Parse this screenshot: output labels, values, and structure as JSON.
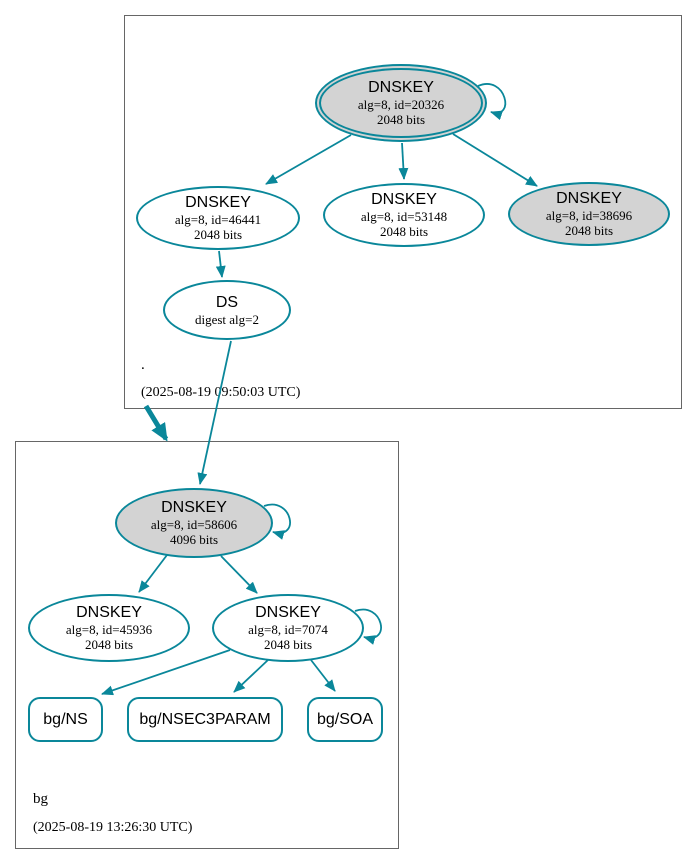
{
  "colors": {
    "edge": "#0a879a",
    "key_fill": "#d3d3d3",
    "node_fill": "#ffffff",
    "cluster_border": "#666666",
    "text": "#000000"
  },
  "zone_root": {
    "label": ".",
    "timestamp": "(2025-08-19 09:50:03 UTC)",
    "nodes": {
      "ksk_20326": {
        "title": "DNSKEY",
        "line1": "alg=8, id=20326",
        "line2": "2048 bits"
      },
      "zsk_46441": {
        "title": "DNSKEY",
        "line1": "alg=8, id=46441",
        "line2": "2048 bits"
      },
      "zsk_53148": {
        "title": "DNSKEY",
        "line1": "alg=8, id=53148",
        "line2": "2048 bits"
      },
      "ksk_38696": {
        "title": "DNSKEY",
        "line1": "alg=8, id=38696",
        "line2": "2048 bits"
      },
      "ds": {
        "title": "DS",
        "line1": "digest alg=2"
      }
    }
  },
  "zone_bg": {
    "label": "bg",
    "timestamp": "(2025-08-19 13:26:30 UTC)",
    "nodes": {
      "ksk_58606": {
        "title": "DNSKEY",
        "line1": "alg=8, id=58606",
        "line2": "4096 bits"
      },
      "zsk_45936": {
        "title": "DNSKEY",
        "line1": "alg=8, id=45936",
        "line2": "2048 bits"
      },
      "zsk_7074": {
        "title": "DNSKEY",
        "line1": "alg=8, id=7074",
        "line2": "2048 bits"
      },
      "rrset_ns": {
        "label": "bg/NS"
      },
      "rrset_nsec3param": {
        "label": "bg/NSEC3PARAM"
      },
      "rrset_soa": {
        "label": "bg/SOA"
      }
    }
  }
}
